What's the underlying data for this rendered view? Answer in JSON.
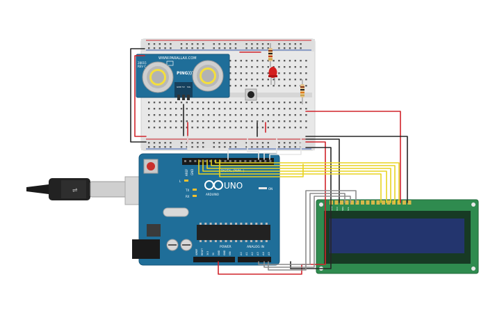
{
  "sensor": {
    "brand": "WWW.PARALLAX.COM",
    "model_line1": "28015",
    "model_line2": "REV C",
    "name": "PING)))",
    "pin_gnd": "GND",
    "pin_5v": "5V",
    "pin_sig": "SIG"
  },
  "arduino": {
    "logo_text": "UNO",
    "brand": "ARDUINO",
    "digital_label": "DIGITAL (PWM~)",
    "aref_label": "AREF",
    "gnd_label": "GND",
    "led_l": "L",
    "led_tx": "TX",
    "led_rx": "RX",
    "led_on": "ON",
    "power_label": "POWER",
    "analog_label": "ANALOG IN",
    "power_pins": [
      "IOREF",
      "RESET",
      "3V3",
      "5V",
      "GND",
      "GND",
      "VIN"
    ],
    "analog_pins": [
      "A0",
      "A1",
      "A2",
      "A3",
      "A4",
      "A5"
    ]
  },
  "lcd": {
    "pins": [
      "GND",
      "VCC",
      "SDA",
      "SCL"
    ]
  },
  "colors": {
    "board": "#1f6e99",
    "lcd_board": "#2f8b4f",
    "lcd_screen": "#23356e",
    "wire_red": "#d0232a",
    "wire_black": "#262626",
    "wire_yellow": "#e8d320",
    "wire_gray": "#8c8c8c",
    "breadboard": "#e6e6e6"
  }
}
